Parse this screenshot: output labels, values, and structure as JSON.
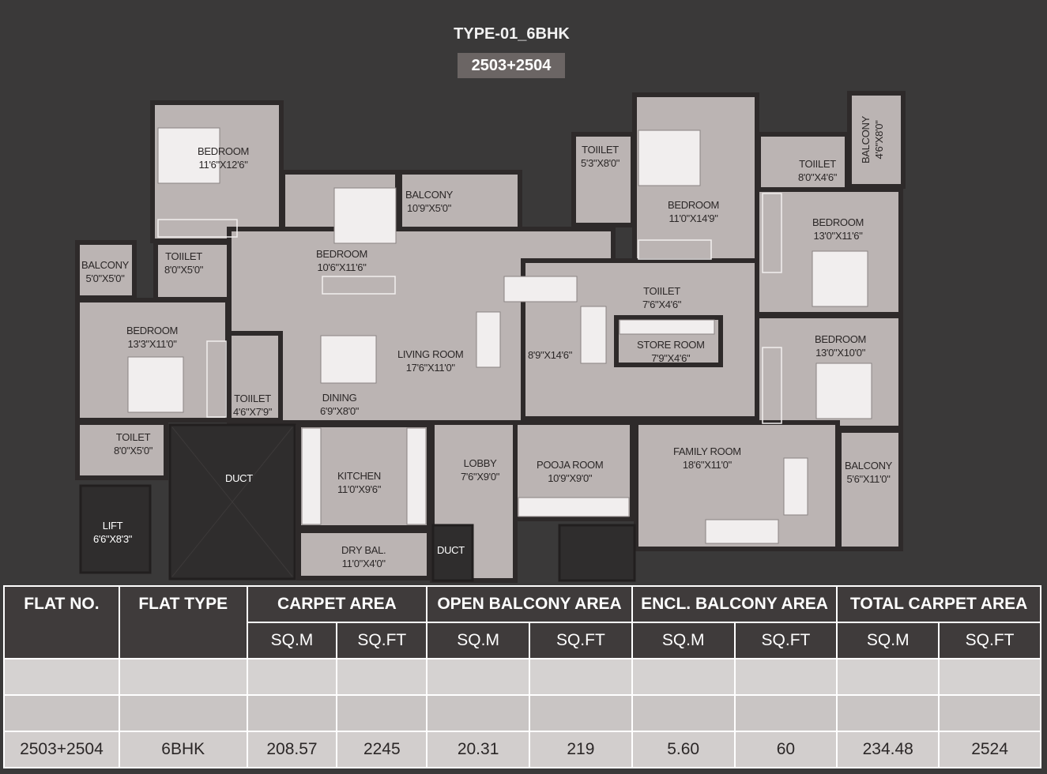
{
  "header": {
    "title": "TYPE-01_6BHK",
    "subtitle": "2503+2504"
  },
  "rooms": [
    {
      "name": "BEDROOM",
      "size": "11'6\"X12'6\""
    },
    {
      "name": "BEDROOM",
      "size": "10'6\"X11'6\""
    },
    {
      "name": "BALCONY",
      "size": "10'9\"X5'0\""
    },
    {
      "name": "TOIILET",
      "size": "5'3\"X8'0\""
    },
    {
      "name": "BEDROOM",
      "size": "11'0\"X14'9\""
    },
    {
      "name": "TOIILET",
      "size": "8'0\"X4'6\""
    },
    {
      "name": "BALCONY",
      "size": "4'6\"X8'0\""
    },
    {
      "name": "BALCONY",
      "size": "5'0\"X5'0\""
    },
    {
      "name": "TOIILET",
      "size": "8'0\"X5'0\""
    },
    {
      "name": "BEDROOM",
      "size": "13'0\"X11'6\""
    },
    {
      "name": "TOIILET",
      "size": "7'6\"X4'6\""
    },
    {
      "name": "BEDROOM",
      "size": "13'3\"X11'0\""
    },
    {
      "name": "LIVING ROOM",
      "size": "17'6\"X11'0\""
    },
    {
      "name": "",
      "size": "8'9\"X14'6\""
    },
    {
      "name": "STORE ROOM",
      "size": "7'9\"X4'6\""
    },
    {
      "name": "BEDROOM",
      "size": "13'0\"X10'0\""
    },
    {
      "name": "DINING",
      "size": "6'9\"X8'0\""
    },
    {
      "name": "TOIILET",
      "size": "4'6\"X7'9\""
    },
    {
      "name": "TOILET",
      "size": "8'0\"X5'0\""
    },
    {
      "name": "DUCT",
      "size": ""
    },
    {
      "name": "KITCHEN",
      "size": "11'0\"X9'6\""
    },
    {
      "name": "LOBBY",
      "size": "7'6\"X9'0\""
    },
    {
      "name": "POOJA ROOM",
      "size": "10'9\"X9'0\""
    },
    {
      "name": "FAMILY ROOM",
      "size": "18'6\"X11'0\""
    },
    {
      "name": "BALCONY",
      "size": "5'6\"X11'0\""
    },
    {
      "name": "LIFT",
      "size": "6'6\"X8'3\""
    },
    {
      "name": "DRY BAL.",
      "size": "11'0\"X4'0\""
    },
    {
      "name": "DUCT",
      "size": ""
    }
  ],
  "table": {
    "headers": {
      "flat_no": "FLAT NO.",
      "flat_type": "FLAT TYPE",
      "carpet_area": "CARPET AREA",
      "open_balcony_area": "OPEN BALCONY AREA",
      "encl_balcony_area": "ENCL. BALCONY AREA",
      "total_carpet_area": "TOTAL CARPET AREA",
      "sqm": "SQ.M",
      "sqft": "SQ.FT"
    },
    "row": {
      "flat_no": "2503+2504",
      "flat_type": "6BHK",
      "carpet_sqm": "208.57",
      "carpet_sqft": "2245",
      "open_bal_sqm": "20.31",
      "open_bal_sqft": "219",
      "encl_bal_sqm": "5.60",
      "encl_bal_sqft": "60",
      "total_sqm": "234.48",
      "total_sqft": "2524"
    }
  },
  "colors": {
    "background": "#3a3939",
    "floor": "#bbb4b3",
    "wall": "#2e2a2a",
    "duct": "#2f2d2d"
  }
}
